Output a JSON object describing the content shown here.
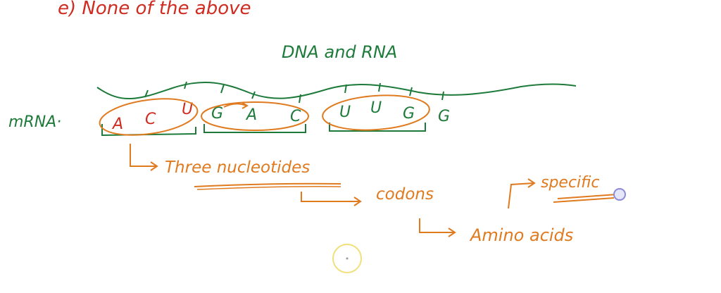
{
  "colors": {
    "red": "#cf2b20",
    "green": "#1d7a3a",
    "orange": "#e07a1f",
    "cursor": "#f0e07a",
    "pointer": "#8a8ad8"
  },
  "option_e": "e)  None of the above",
  "heading": "DNA  and  RNA",
  "mrna_label": "mRNA·",
  "bases": [
    "A",
    "C",
    "U",
    "G",
    "A",
    "C",
    "U",
    "U",
    "G",
    "G"
  ],
  "annotations": {
    "three_nucleotides": "Three  nucleotides",
    "codons": "codons",
    "specific": "specific",
    "amino_acids": "Amino acids"
  }
}
